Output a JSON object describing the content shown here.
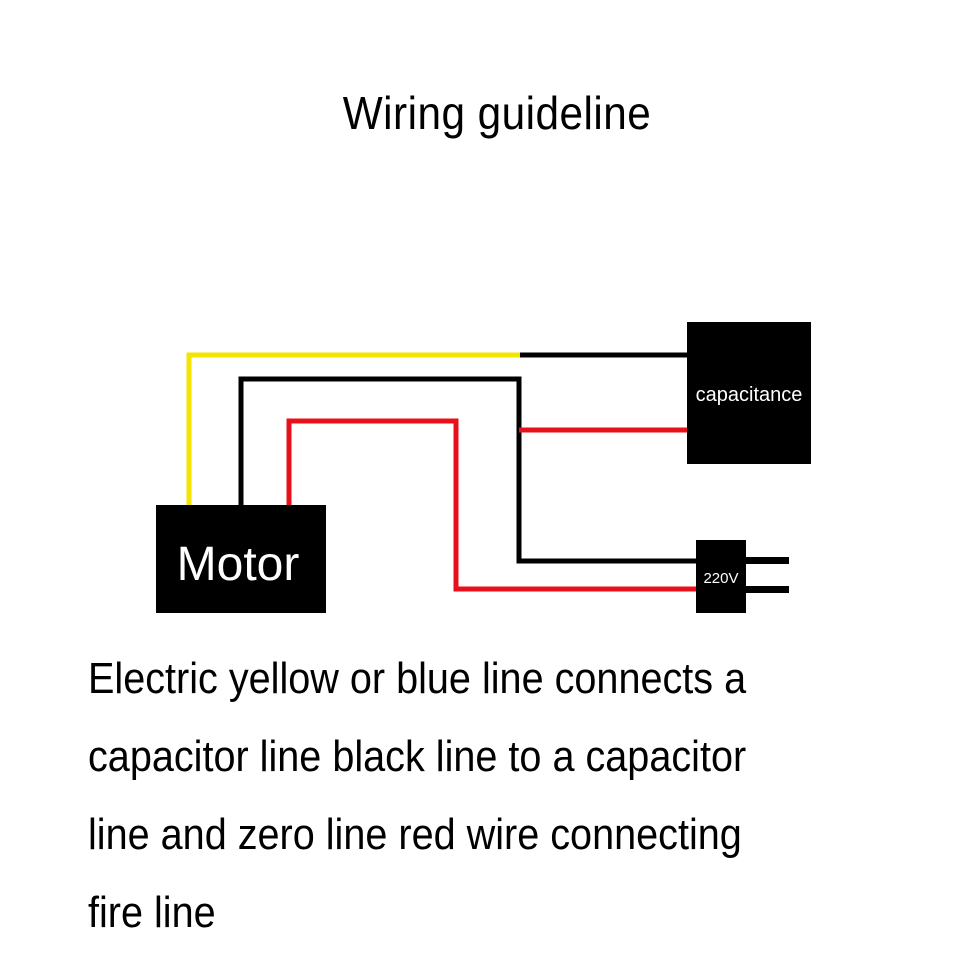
{
  "title": "Wiring guideline",
  "components": {
    "motor": "Motor",
    "capacitor": "capacitance",
    "power": "220V"
  },
  "wires": {
    "yellow": "#f5e400",
    "black": "#000000",
    "red": "#e8101a"
  },
  "caption_lines": [
    "Electric yellow or blue line connects a",
    "capacitor line black line to a capacitor",
    "line and zero line red wire connecting",
    "fire line"
  ]
}
